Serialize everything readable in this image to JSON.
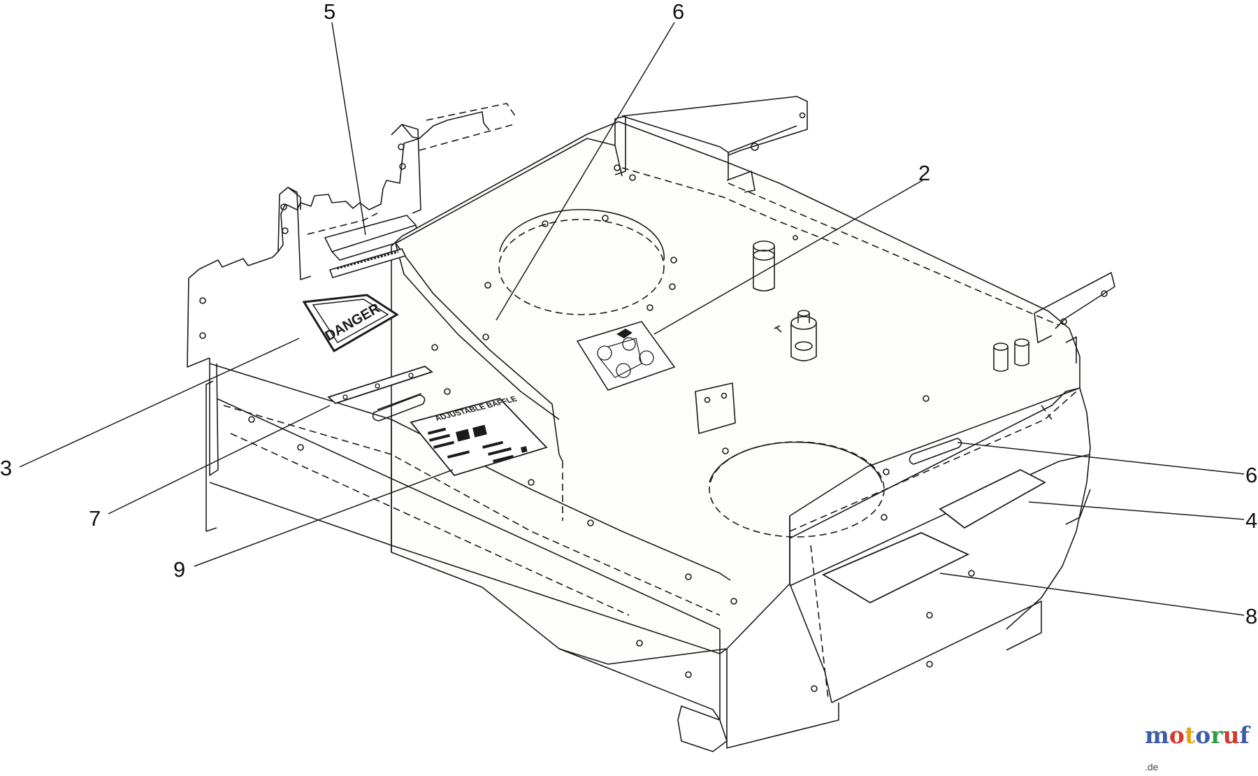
{
  "callouts": [
    "5",
    "6",
    "2",
    "3",
    "7",
    "9",
    "6",
    "4",
    "8"
  ],
  "decals": {
    "danger": "DANGER",
    "baffle_line1": "ADJUSTABLE BAFFLE"
  },
  "watermark": {
    "letters": [
      "m",
      "o",
      "t",
      "o",
      "r",
      "u",
      "f"
    ],
    "colors": [
      "#3b5da8",
      "#d33a2c",
      "#e7a21b",
      "#3b5da8",
      "#2f9e49",
      "#d33a2c",
      "#3b5da8"
    ],
    "tld": ".de"
  },
  "colors": {
    "deck_fill": "#fdfdfb",
    "line": "#1a1a1a"
  }
}
